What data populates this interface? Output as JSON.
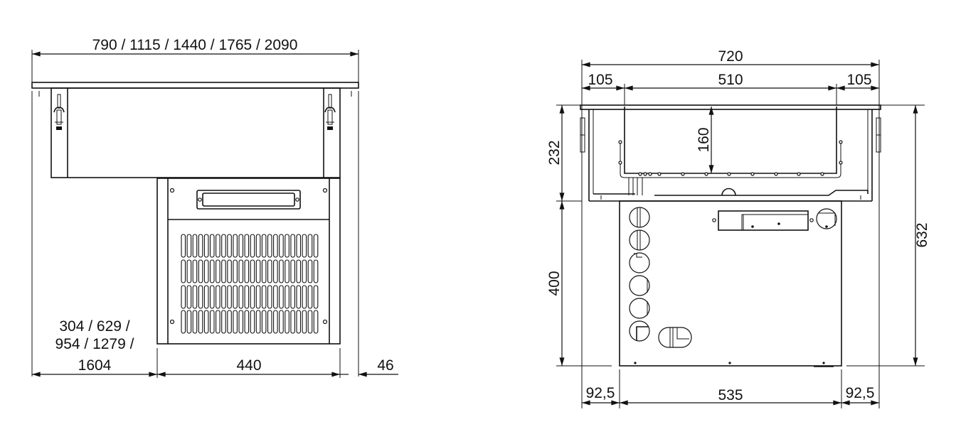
{
  "drawing": {
    "front_view": {
      "overall_width": "790 / 1115 / 1440 / 1765 / 2090",
      "left_offset_line1": "304 / 629 /",
      "left_offset_line2": "954 / 1279 /",
      "left_offset_line3": "1604",
      "unit_width": "440",
      "right_offset": "46"
    },
    "side_view": {
      "overall_width": "720",
      "left_margin": "105",
      "basin_width": "510",
      "right_margin": "105",
      "basin_depth": "160",
      "upper_height": "232",
      "lower_height": "400",
      "total_height": "632",
      "bottom_left": "92,5",
      "bottom_center": "535",
      "bottom_right": "92,5"
    }
  }
}
